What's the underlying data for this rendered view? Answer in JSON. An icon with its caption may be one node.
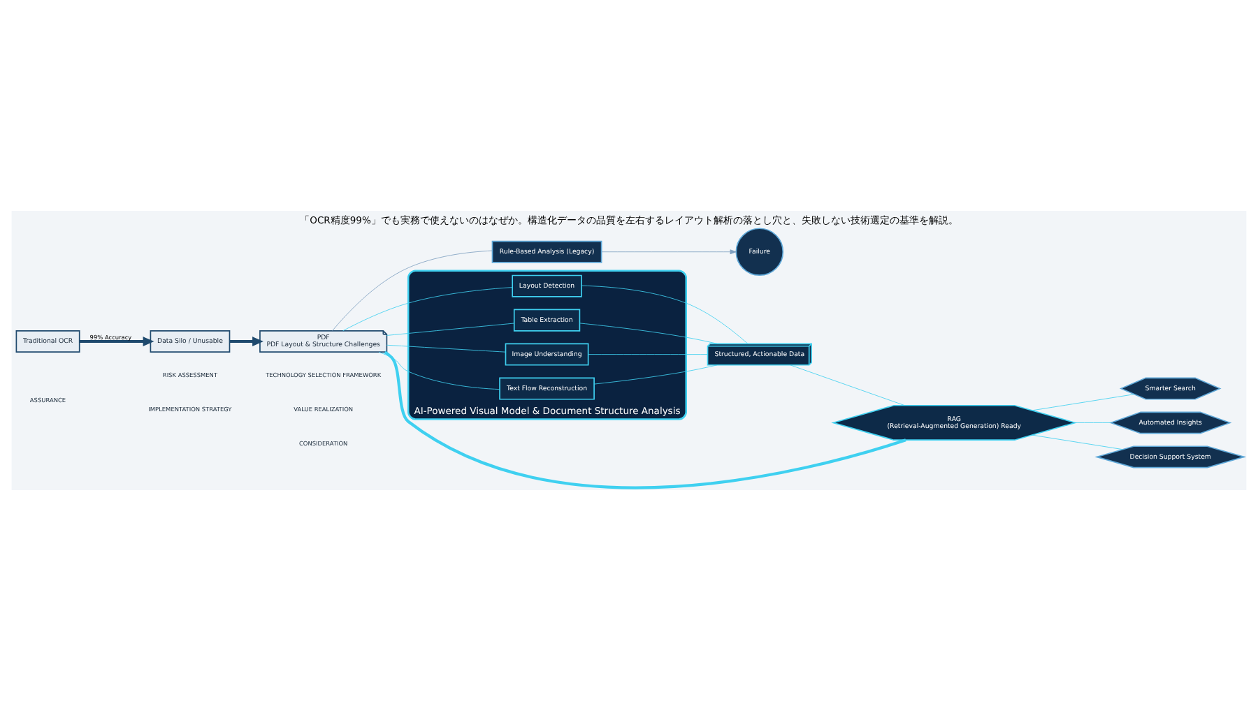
{
  "diagram": {
    "title": "「OCR精度99%」でも実務で使えないのはなぜか。構造化データの品質を左右するレイアウト解析の落とし穴と、失敗しない技術選定の基準を解説。",
    "nodes": [
      {
        "text": [
          "Traditional OCR"
        ]
      },
      {
        "text": [
          "Data Silo / Unusable"
        ]
      },
      {
        "text": [
          "PDF",
          "PDF Layout & Structure Challenges"
        ]
      },
      {
        "text": [
          "Rule-Based Analysis (Legacy)"
        ]
      },
      {
        "text": [
          "Failure"
        ]
      },
      {
        "text": [
          "AI-Powered Visual Model & Document Structure Analysis"
        ]
      },
      {
        "text": [
          "Layout Detection"
        ],
        "in": 5
      },
      {
        "text": [
          "Table Extraction"
        ],
        "in": 5
      },
      {
        "text": [
          "Image Understanding"
        ],
        "in": 5
      },
      {
        "text": [
          "Text Flow Reconstruction"
        ],
        "in": 5
      },
      {
        "text": [
          "Structured, Actionable Data"
        ]
      },
      {
        "text": [
          "RAG",
          "(Retrieval-Augmented Generation) Ready"
        ]
      },
      {
        "text": [
          "Smarter Search"
        ]
      },
      {
        "text": [
          "Automated Insights"
        ]
      },
      {
        "text": [
          "Decision Support System"
        ]
      }
    ],
    "edges": [
      {
        "from": 0,
        "to": 1,
        "arrow": "to",
        "label": "99% Accuracy",
        "style": "thick",
        "color": "#1f4a6e"
      },
      {
        "from": 1,
        "to": 2,
        "arrow": "to",
        "style": "thick",
        "color": "#1f4a6e"
      },
      {
        "from": 2,
        "to": 3,
        "arrow": "none",
        "color": "#7fa0c0"
      },
      {
        "from": 3,
        "to": 4,
        "arrow": "to",
        "color": "#7fa0c0"
      },
      {
        "from": 2,
        "to": 6,
        "arrow": "none",
        "color": "#3fd0f0"
      },
      {
        "from": 2,
        "to": 7,
        "arrow": "none",
        "color": "#3fd0f0"
      },
      {
        "from": 2,
        "to": 8,
        "arrow": "none",
        "color": "#3fd0f0"
      },
      {
        "from": 2,
        "to": 9,
        "arrow": "none",
        "color": "#3fd0f0"
      },
      {
        "from": 6,
        "to": 10,
        "arrow": "none",
        "color": "#3fd0f0"
      },
      {
        "from": 7,
        "to": 10,
        "arrow": "none",
        "color": "#3fd0f0"
      },
      {
        "from": 8,
        "to": 10,
        "arrow": "none",
        "color": "#3fd0f0"
      },
      {
        "from": 9,
        "to": 10,
        "arrow": "none",
        "color": "#3fd0f0"
      },
      {
        "from": 10,
        "to": 11,
        "arrow": "none",
        "color": "#3fd0f0"
      },
      {
        "from": 11,
        "to": 12,
        "arrow": "none",
        "color": "#3fd0f0"
      },
      {
        "from": 11,
        "to": 13,
        "arrow": "none",
        "color": "#3fd0f0"
      },
      {
        "from": 11,
        "to": 14,
        "arrow": "none",
        "color": "#3fd0f0"
      },
      {
        "from": 2,
        "to": 11,
        "arrow": "none",
        "style": "thick",
        "color": "#3fd0f0"
      }
    ],
    "labels": [
      "RISK ASSESSMENT",
      "TECHNOLOGY SELECTION FRAMEWORK",
      "IMPLEMENTATION STRATEGY",
      "VALUE REALIZATION",
      "ASSURANCE",
      "CONSIDERATION"
    ]
  }
}
